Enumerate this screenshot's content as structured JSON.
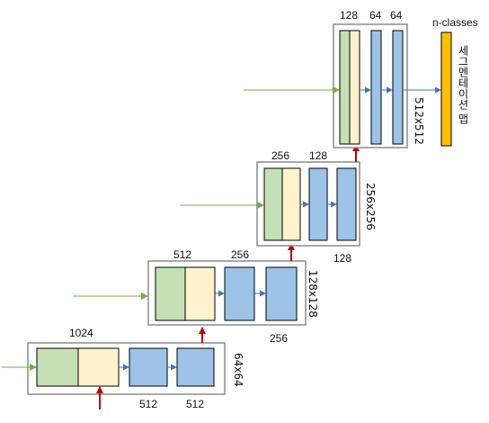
{
  "colors": {
    "green": "#c5e0b4",
    "cream": "#fff2cc",
    "blue": "#9dc3e6",
    "orange": "#ffc000",
    "frame": "#8c8c8c",
    "arrow_green": "#70ad47",
    "arrow_red": "#c00000",
    "arrow_blue": "#4472c4"
  },
  "stage4": {
    "top_label": "1024",
    "bottom_label_1": "512",
    "bottom_label_2": "512",
    "size_label": "64x64"
  },
  "stage3": {
    "top_label_1": "512",
    "top_label_2": "256",
    "bottom_label": "256",
    "size_label": "128x128"
  },
  "stage2": {
    "top_label_1": "256",
    "top_label_2": "128",
    "bottom_label": "128",
    "size_label": "256x256"
  },
  "stage1": {
    "top_label_1": "128",
    "top_label_2": "64",
    "top_label_3": "64",
    "size_label": "512x512"
  },
  "output": {
    "classes_label": "n-classes",
    "map_label": "세그멘테이션 맵"
  }
}
